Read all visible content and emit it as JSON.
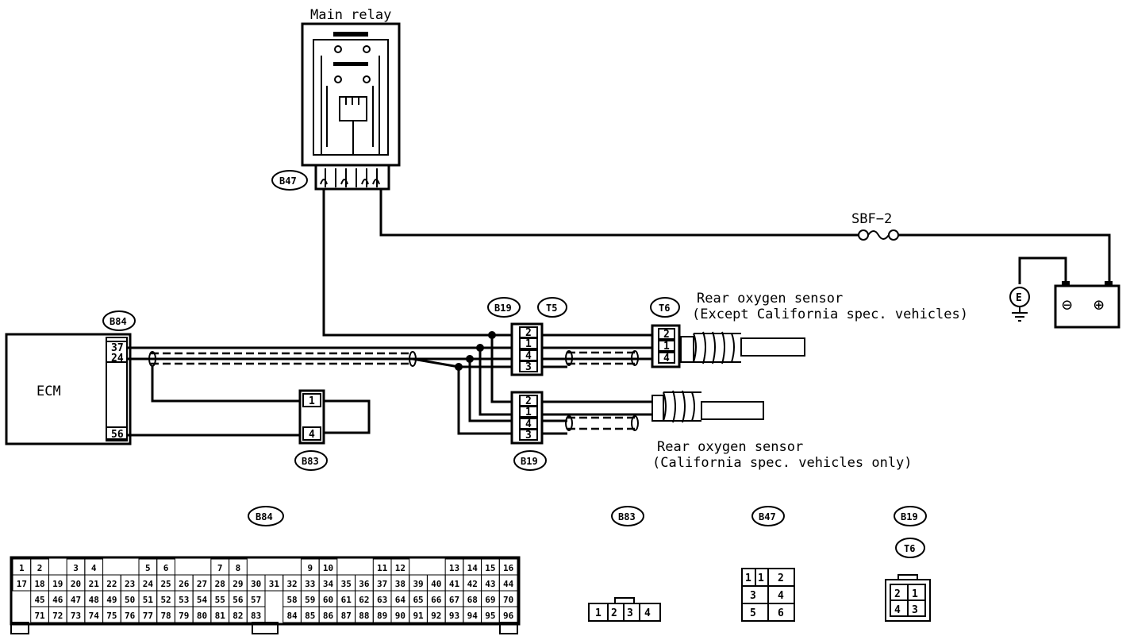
{
  "labels": {
    "main_relay": "Main relay",
    "ecm": "ECM",
    "fuse": "SBF−2",
    "sensor_top_line1": "Rear oxygen sensor",
    "sensor_top_line2": "(Except California spec. vehicles)",
    "sensor_bottom_line1": "Rear oxygen sensor",
    "sensor_bottom_line2": "(California spec. vehicles only)",
    "ground": "E",
    "battery_neg": "⊖",
    "battery_pos": "⊕"
  },
  "connectors": {
    "b47": "B47",
    "b84": "B84",
    "b83": "B83",
    "b19": "B19",
    "t5": "T5",
    "t6": "T6"
  },
  "pins": {
    "ecm": [
      "37",
      "24",
      "56"
    ],
    "b83": [
      "1",
      "4"
    ],
    "t5_top": [
      "2",
      "1",
      "4",
      "3"
    ],
    "b19_bottom": [
      "2",
      "1",
      "4",
      "3"
    ],
    "t6_top": [
      "2",
      "1",
      "4"
    ]
  },
  "bottom_views": {
    "b84_label": "B84",
    "b83_label": "B83",
    "b47_label": "B47",
    "b19_label": "B19",
    "t6_label": "T6",
    "b84_rows": [
      [
        "1",
        "2",
        "3",
        "4",
        "5",
        "6",
        "7",
        "8",
        "9",
        "10",
        "11",
        "12",
        "13",
        "14",
        "15",
        "16"
      ],
      [
        "17",
        "18",
        "19",
        "20",
        "21",
        "22",
        "23",
        "24",
        "25",
        "26",
        "27",
        "28",
        "29",
        "30",
        "31",
        "32",
        "33",
        "34",
        "35",
        "36",
        "37",
        "38",
        "39",
        "40",
        "41",
        "42",
        "43",
        "44"
      ],
      [
        "45",
        "46",
        "47",
        "48",
        "49",
        "50",
        "51",
        "52",
        "53",
        "54",
        "55",
        "56",
        "57",
        "58",
        "59",
        "60",
        "61",
        "62",
        "63",
        "64",
        "65",
        "66",
        "67",
        "68",
        "69",
        "70"
      ],
      [
        "71",
        "72",
        "73",
        "74",
        "75",
        "76",
        "77",
        "78",
        "79",
        "80",
        "81",
        "82",
        "83",
        "84",
        "85",
        "86",
        "87",
        "88",
        "89",
        "90",
        "91",
        "92",
        "93",
        "94",
        "95",
        "96"
      ]
    ],
    "b83_pins": [
      "1",
      "2",
      "3",
      "4"
    ],
    "b47_pins": [
      "1",
      "1",
      "2",
      "3",
      "4",
      "5",
      "6"
    ],
    "b19_pins": [
      "2",
      "1",
      "4",
      "3"
    ]
  }
}
